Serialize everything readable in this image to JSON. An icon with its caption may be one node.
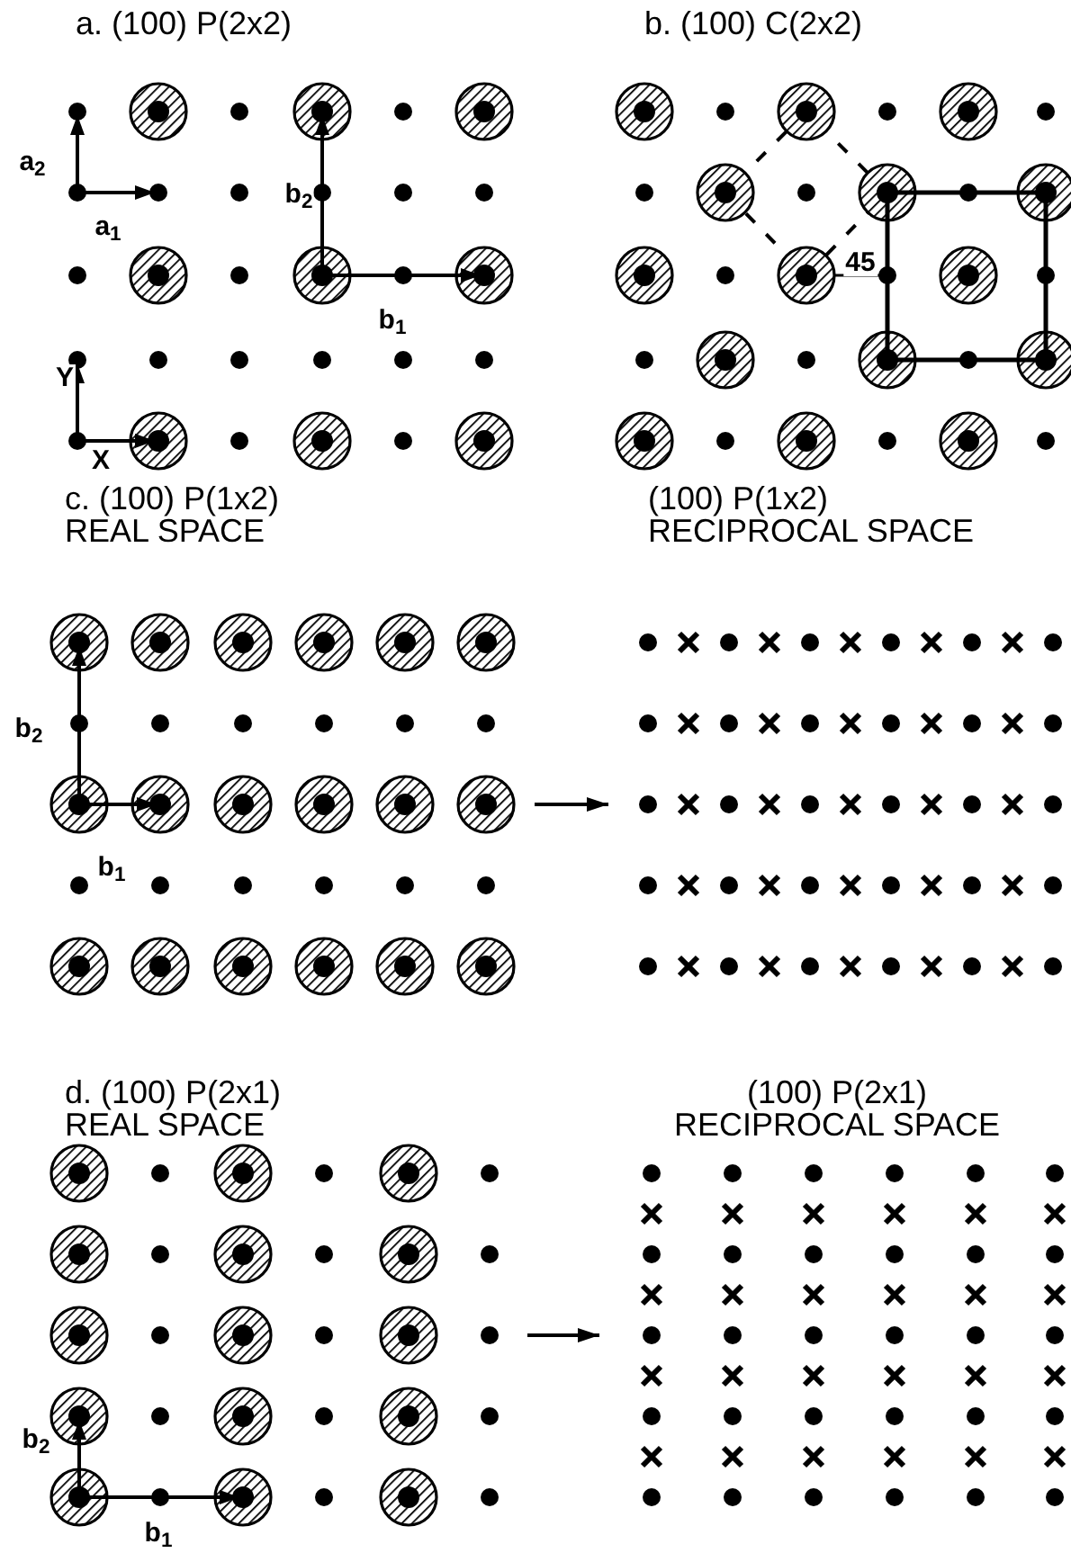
{
  "diagram": {
    "nodes": [
      {
        "text": [
          "a. (100) P(2x2)"
        ]
      },
      {
        "text": [
          "b. (100) C(2x2)"
        ]
      },
      {
        "text": [
          "c. (100) P(1x2) REAL SPACE"
        ]
      },
      {
        "text": [
          "(100) P(1x2) RECIPROCAL SPACE"
        ]
      },
      {
        "text": [
          "d. (100) P(2x1) REAL SPACE"
        ]
      },
      {
        "text": [
          "(100) P(2x1) RECIPROCAL SPACE"
        ]
      }
    ],
    "edges": [
      {
        "from": 2,
        "to": 3,
        "arrow": "to"
      },
      {
        "from": 4,
        "to": 5,
        "arrow": "to"
      }
    ],
    "labels": [
      "a$_{2}$",
      "a$_{1}$",
      "b$_{2}$",
      "b$_{1}$",
      "Y",
      "X",
      "45",
      "b$_{2}$",
      "b$_{1}$",
      "b$_{2}$",
      "b$_{1}$"
    ]
  }
}
